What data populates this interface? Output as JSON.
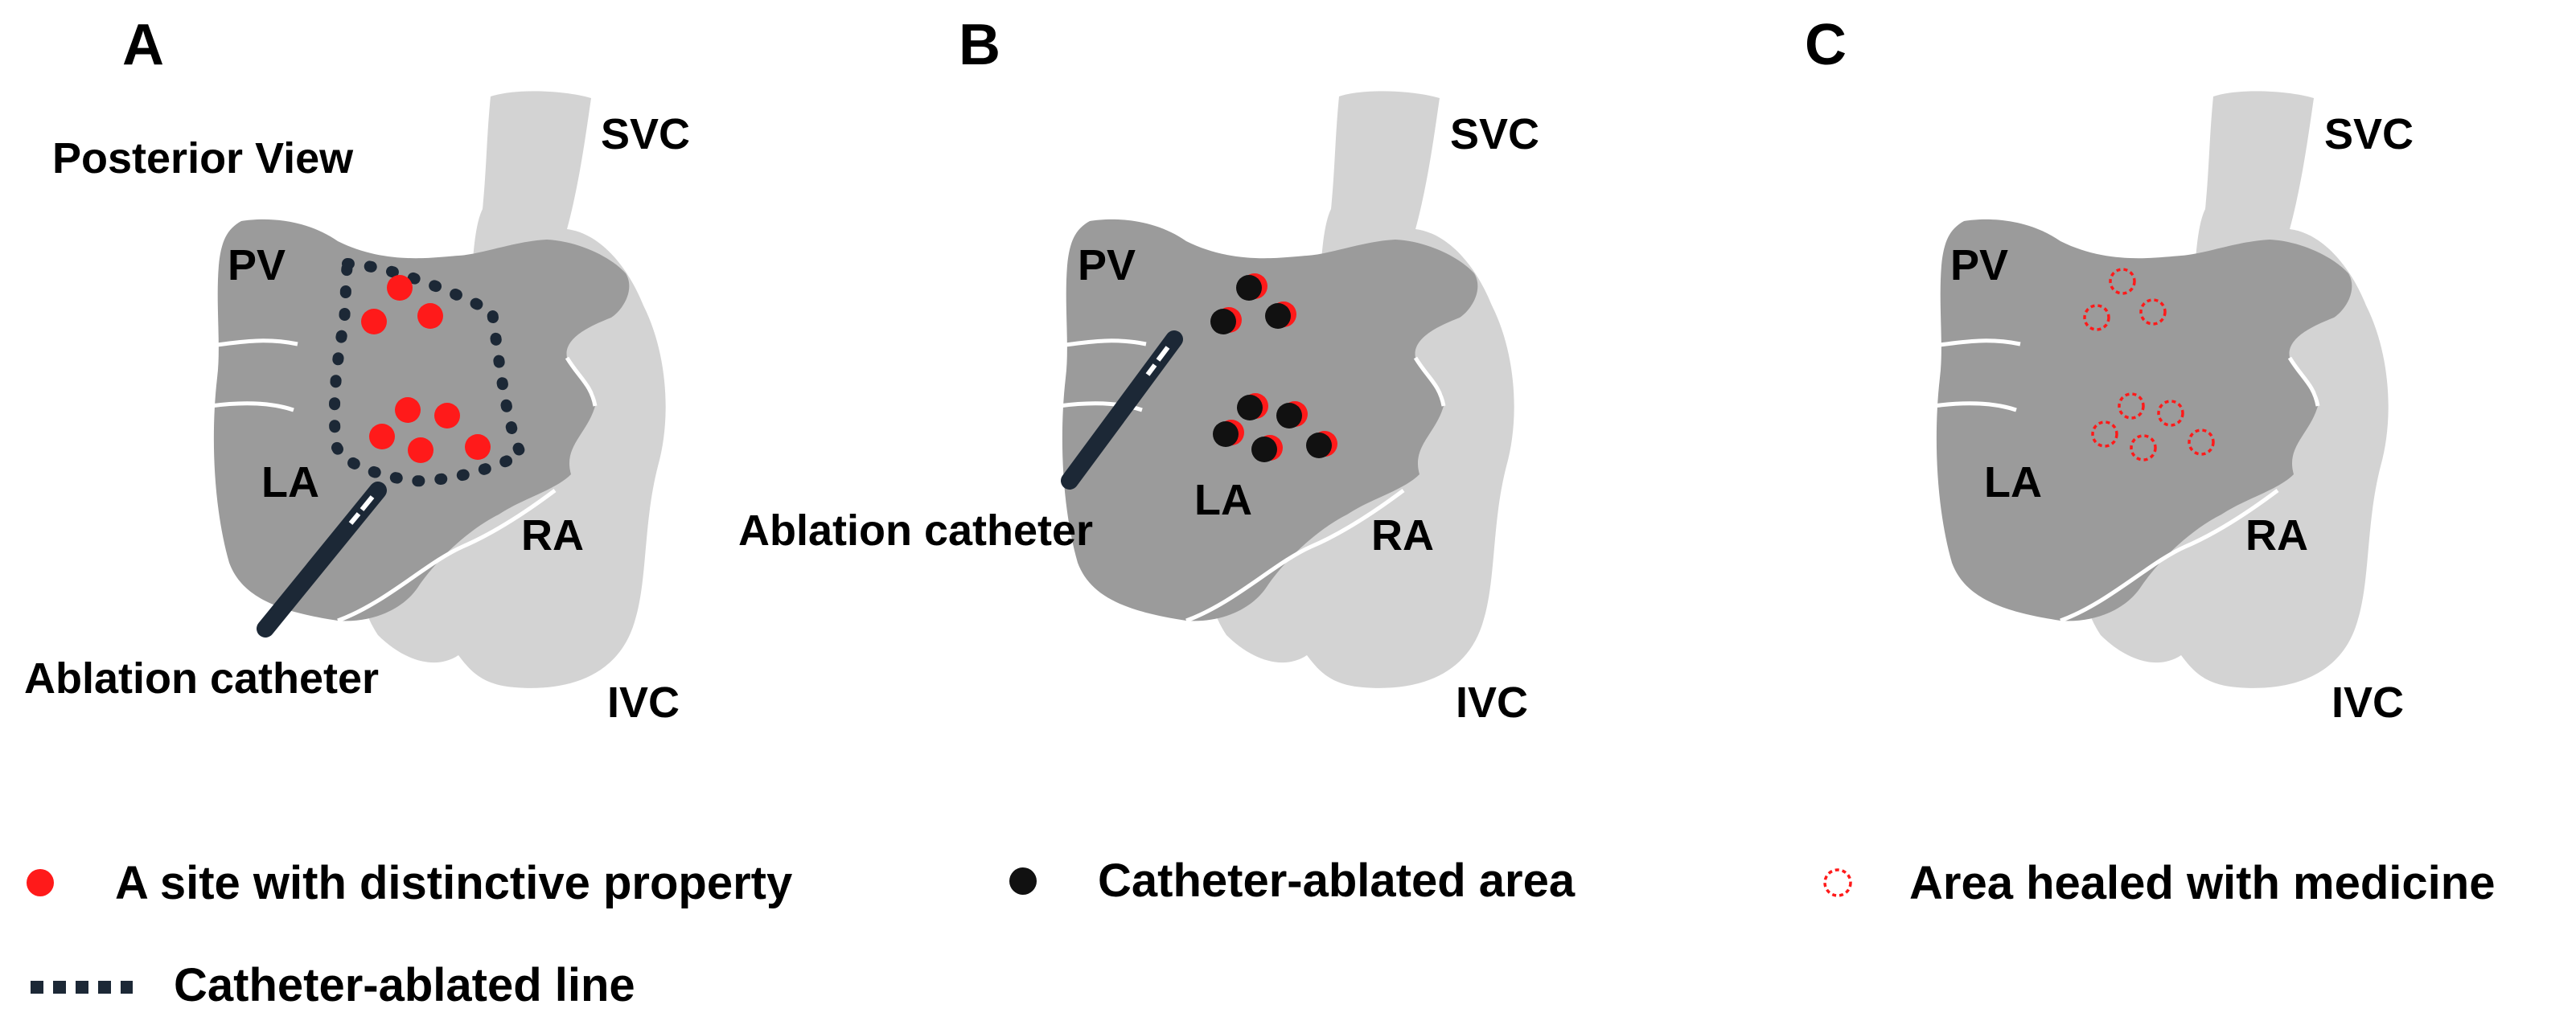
{
  "colors": {
    "left_heart": "#9b9b9b",
    "right_heart": "#d3d3d3",
    "site_red": "#ff1a1a",
    "ablated_black": "#111111",
    "catheter_dark": "#1c2836",
    "dotted_line": "#1c2836"
  },
  "panels": [
    {
      "letter": "A",
      "view_label": "Posterior View",
      "labels": {
        "pv": "PV",
        "la": "LA",
        "ra": "RA",
        "svc": "SVC",
        "ivc": "IVC"
      },
      "catheter_label": "Ablation catheter",
      "marker_style": "red-site",
      "has_ablation_line": true
    },
    {
      "letter": "B",
      "view_label": "",
      "labels": {
        "pv": "PV",
        "la": "LA",
        "ra": "RA",
        "svc": "SVC",
        "ivc": "IVC"
      },
      "catheter_label": "Ablation catheter",
      "marker_style": "ablated",
      "has_ablation_line": false
    },
    {
      "letter": "C",
      "view_label": "",
      "labels": {
        "pv": "PV",
        "la": "LA",
        "ra": "RA",
        "svc": "SVC",
        "ivc": "IVC"
      },
      "catheter_label": "",
      "marker_style": "healed",
      "has_ablation_line": false
    }
  ],
  "legend": {
    "site": "A site with distinctive property",
    "ablated_area": "Catheter-ablated area",
    "healed": "Area healed with medicine",
    "ablated_line": "Catheter-ablated line"
  }
}
